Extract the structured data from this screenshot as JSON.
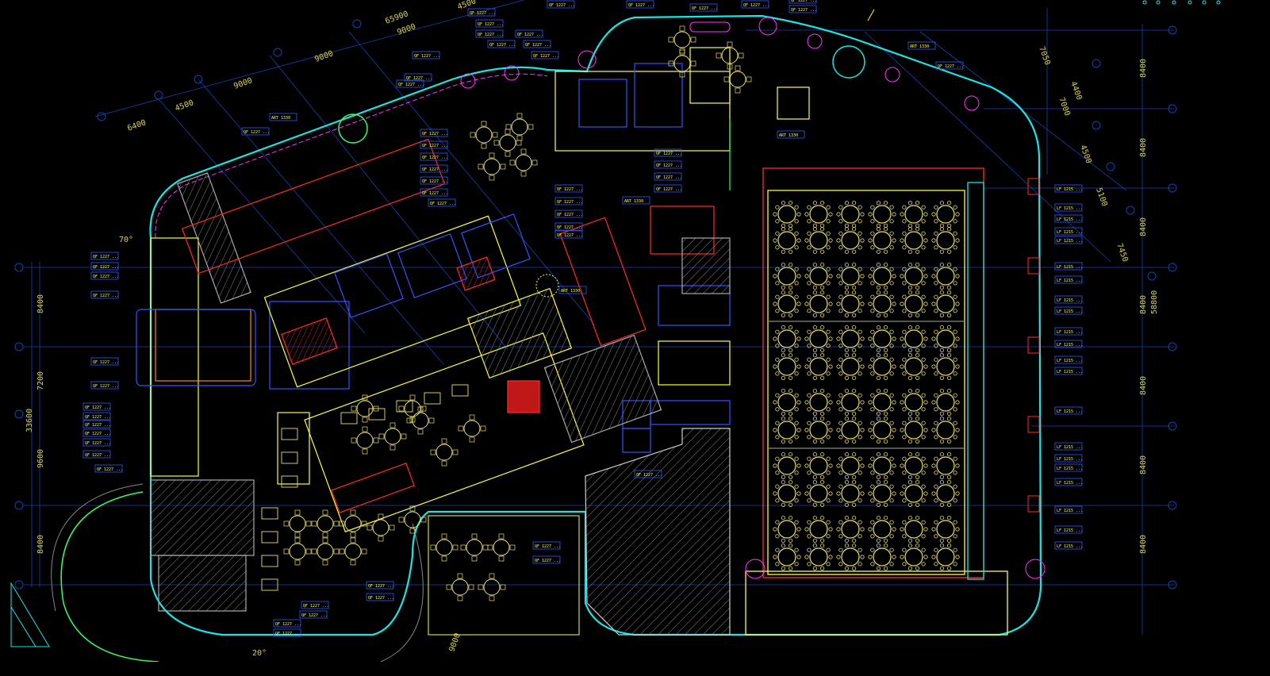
{
  "drawing": {
    "dims_top": [
      "6400",
      "4500",
      "9000",
      "9000",
      "9000",
      "65900",
      "4500"
    ],
    "dims_left": [
      "8400",
      "7200",
      "9600",
      "33600",
      "8400"
    ],
    "dims_right": [
      "7050",
      "8400",
      "8400",
      "8400",
      "8400",
      "58800",
      "8400",
      "8400",
      "8400"
    ],
    "dims_right_diag": [
      "4400",
      "7000",
      "4500",
      "5100",
      "7450"
    ],
    "dims_bottom": [
      "9000"
    ],
    "angles": [
      "70°",
      "20°"
    ],
    "ballroom_table_rows": 12,
    "ballroom_table_cols": 6,
    "label_notes": [
      "QF 1227 ...",
      "ART 1330",
      "LF 1215 ..."
    ],
    "colors": {
      "background": "#000000",
      "wall_yellow": "#ffff33",
      "grid_blue": "#1a3fb0",
      "accent_cyan": "#18e5e5",
      "accent_magenta": "#ff33ff",
      "accent_red": "#ff2a2a",
      "accent_green": "#33ff66",
      "hatch_white": "#bbbbbb"
    }
  }
}
